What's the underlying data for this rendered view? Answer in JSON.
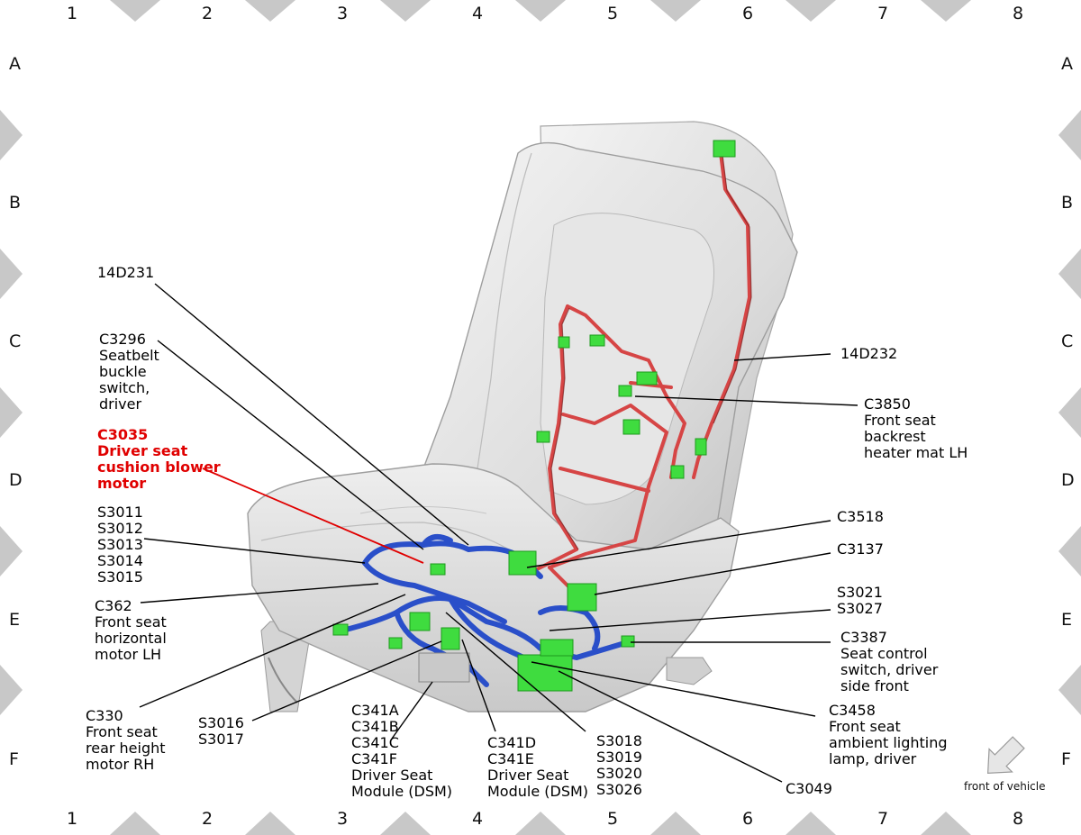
{
  "grid": {
    "columns": [
      "1",
      "2",
      "3",
      "4",
      "5",
      "6",
      "7",
      "8"
    ],
    "rows": [
      "A",
      "B",
      "C",
      "D",
      "E",
      "F"
    ]
  },
  "labels": {
    "l14d231": "14D231",
    "c3296": "C3296\nSeatbelt\nbuckle\nswitch,\ndriver",
    "c3035": "C3035\nDriver seat\ncushion blower\nmotor",
    "s3011": "S3011\nS3012\nS3013\nS3014\nS3015",
    "c362": "C362\nFront seat\nhorizontal\nmotor LH",
    "c330": "C330\nFront seat\nrear height\nmotor RH",
    "s3016": "S3016\nS3017",
    "c341a": "C341A\nC341B\nC341C\nC341F\nDriver Seat\nModule (DSM)",
    "c341d": "C341D\nC341E\nDriver Seat\nModule (DSM)",
    "s3018": "S3018\nS3019\nS3020\nS3026",
    "c3049": "C3049",
    "c3458": "C3458\nFront seat\nambient lighting\nlamp, driver",
    "c3387": "C3387\nSeat control\nswitch, driver\nside front",
    "s3021": "S3021\nS3027",
    "c3137": "C3137",
    "c3518": "C3518",
    "c3850": "C3850\nFront seat\nbackrest\nheater mat LH",
    "l14d232": "14D232"
  },
  "front_of_vehicle": "front of vehicle",
  "colors": {
    "highlight": "#e00000",
    "connector": "#33dd33",
    "harness_blue": "#2a4fc9",
    "harness_red": "#e05050"
  },
  "icons": [
    "front-of-vehicle-arrow-icon"
  ]
}
